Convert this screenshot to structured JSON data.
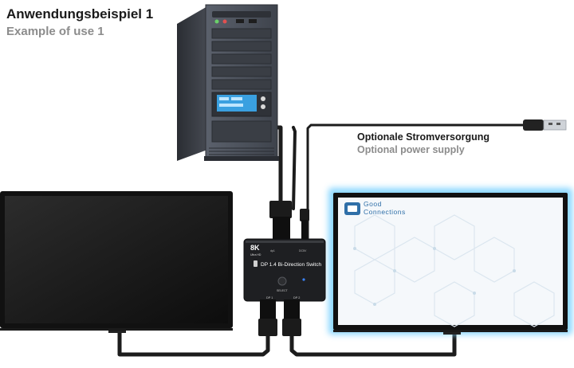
{
  "heading": {
    "title_de": "Anwendungsbeispiel 1",
    "title_en": "Example of use 1"
  },
  "power": {
    "label_de": "Optionale Stromversorgung",
    "label_en": "Optional power supply"
  },
  "switch": {
    "badge_main": "8K",
    "badge_sub": "Ultra HD",
    "title": "DP 1.4 Bi-Direction Switch",
    "port_top_left": "dp1",
    "port_top_right": "DC5V",
    "select_label": "SELECT",
    "port_bottom_left": "DP 1",
    "port_bottom_right": "DP 2"
  },
  "monitor_right": {
    "logo_line1": "Good",
    "logo_line2": "Connections"
  },
  "colors": {
    "glow": "#7fd3ff",
    "cable": "#1c1c1c",
    "tower": "#4a4f59",
    "lcd": "#3aa0e0"
  }
}
